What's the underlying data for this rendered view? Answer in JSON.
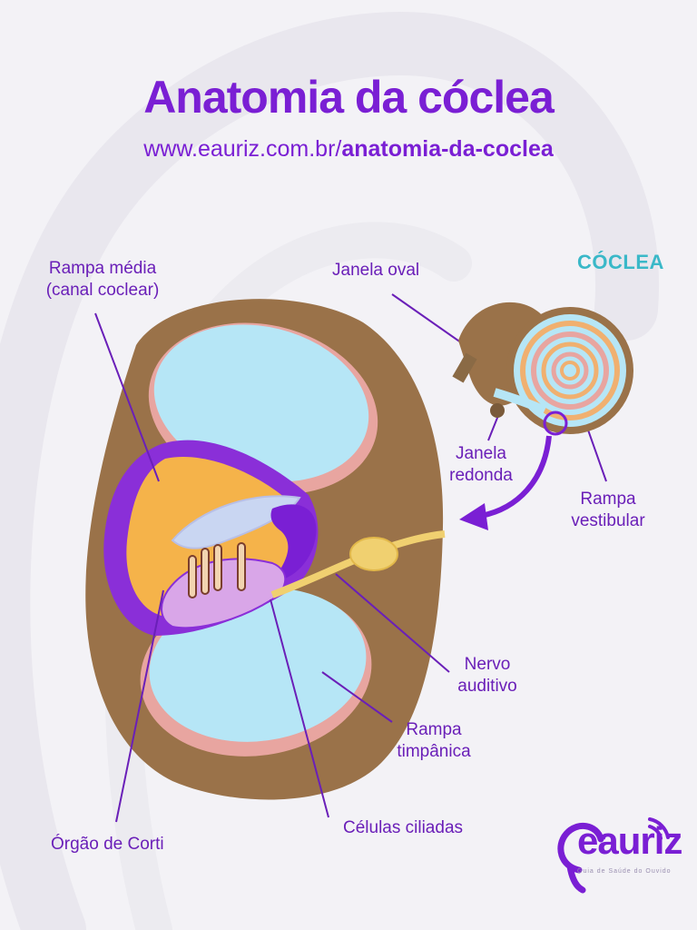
{
  "header": {
    "title": "Anatomia da cóclea",
    "url_prefix": "www.eauriz.com.br/",
    "url_path": "anatomia-da-coclea"
  },
  "labels": {
    "rampa_media_line1": "Rampa média",
    "rampa_media_line2": "(canal coclear)",
    "janela_oval": "Janela oval",
    "coclea": "CÓCLEA",
    "janela_redonda_line1": "Janela",
    "janela_redonda_line2": "redonda",
    "rampa_vestibular_line1": "Rampa",
    "rampa_vestibular_line2": "vestibular",
    "nervo_auditivo_line1": "Nervo",
    "nervo_auditivo_line2": "auditivo",
    "rampa_timpanica_line1": "Rampa",
    "rampa_timpanica_line2": "timpânica",
    "celulas_ciliadas": "Células ciliadas",
    "orgao_de_corti": "Órgão de Corti"
  },
  "logo": {
    "name": "eauriz",
    "tagline": "Guia de Saúde do Ouvido"
  },
  "colors": {
    "purple": "#7a1fd4",
    "label": "#6a1fb8",
    "teal": "#3ab8c8",
    "bone": "#9a7249",
    "fluid": "#b6e6f6",
    "membrane": "#e8a5a0",
    "organ": "#f5b34a",
    "nerve": "#f0d070"
  }
}
